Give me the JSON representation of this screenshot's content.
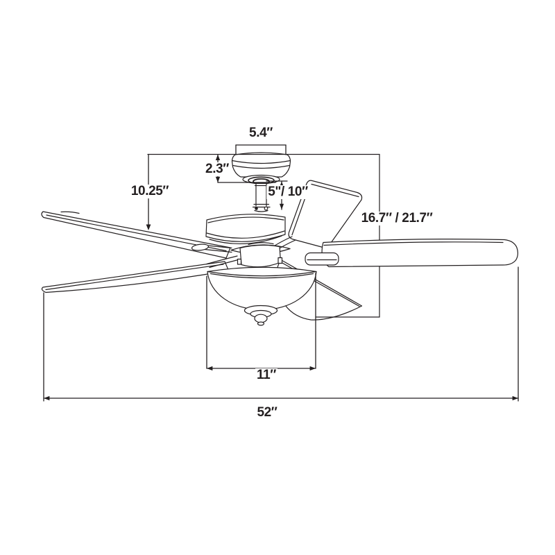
{
  "page": {
    "background_color": "#ffffff",
    "line_color": "#231f20",
    "title": "Ceiling fan dimension diagram"
  },
  "diagram": {
    "labels": {
      "canopy_width": "5.4″",
      "canopy_height": "2.3″",
      "ceiling_to_blade_height": "10.25″",
      "downrod_length": "5\"/ 10″",
      "overall_height": "16.7″ / 21.7″",
      "light_kit_width": "11″",
      "blade_span": "52″"
    }
  }
}
